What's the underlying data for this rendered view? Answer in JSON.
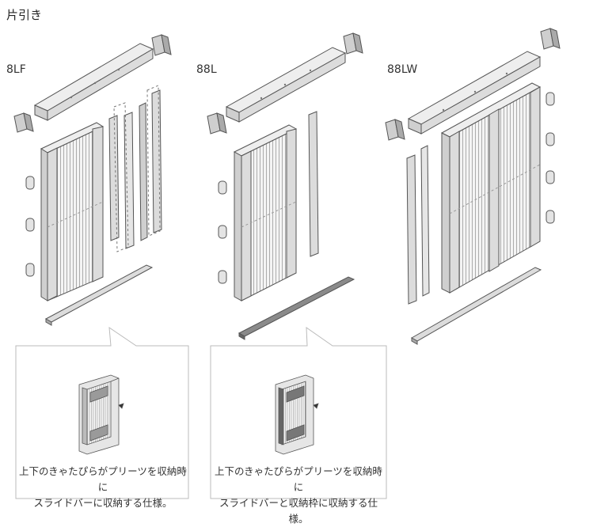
{
  "section_title": "片引き",
  "models": [
    {
      "id": "8lf",
      "label": "8LF"
    },
    {
      "id": "88l",
      "label": "88L"
    },
    {
      "id": "88lw",
      "label": "88LW"
    }
  ],
  "callouts": [
    {
      "line1": "上下のきゃたぴらがプリーツを収納時に",
      "line2": "スライドバーに収納する仕様。"
    },
    {
      "line1": "上下のきゃたぴらがプリーツを収納時に",
      "line2": "スライドバーと収納枠に収納する仕様。"
    }
  ],
  "colors": {
    "frame": "#d7d7d7",
    "frame_dark": "#9a9a9a",
    "line": "#555555",
    "box_border": "#bbbbbb"
  }
}
